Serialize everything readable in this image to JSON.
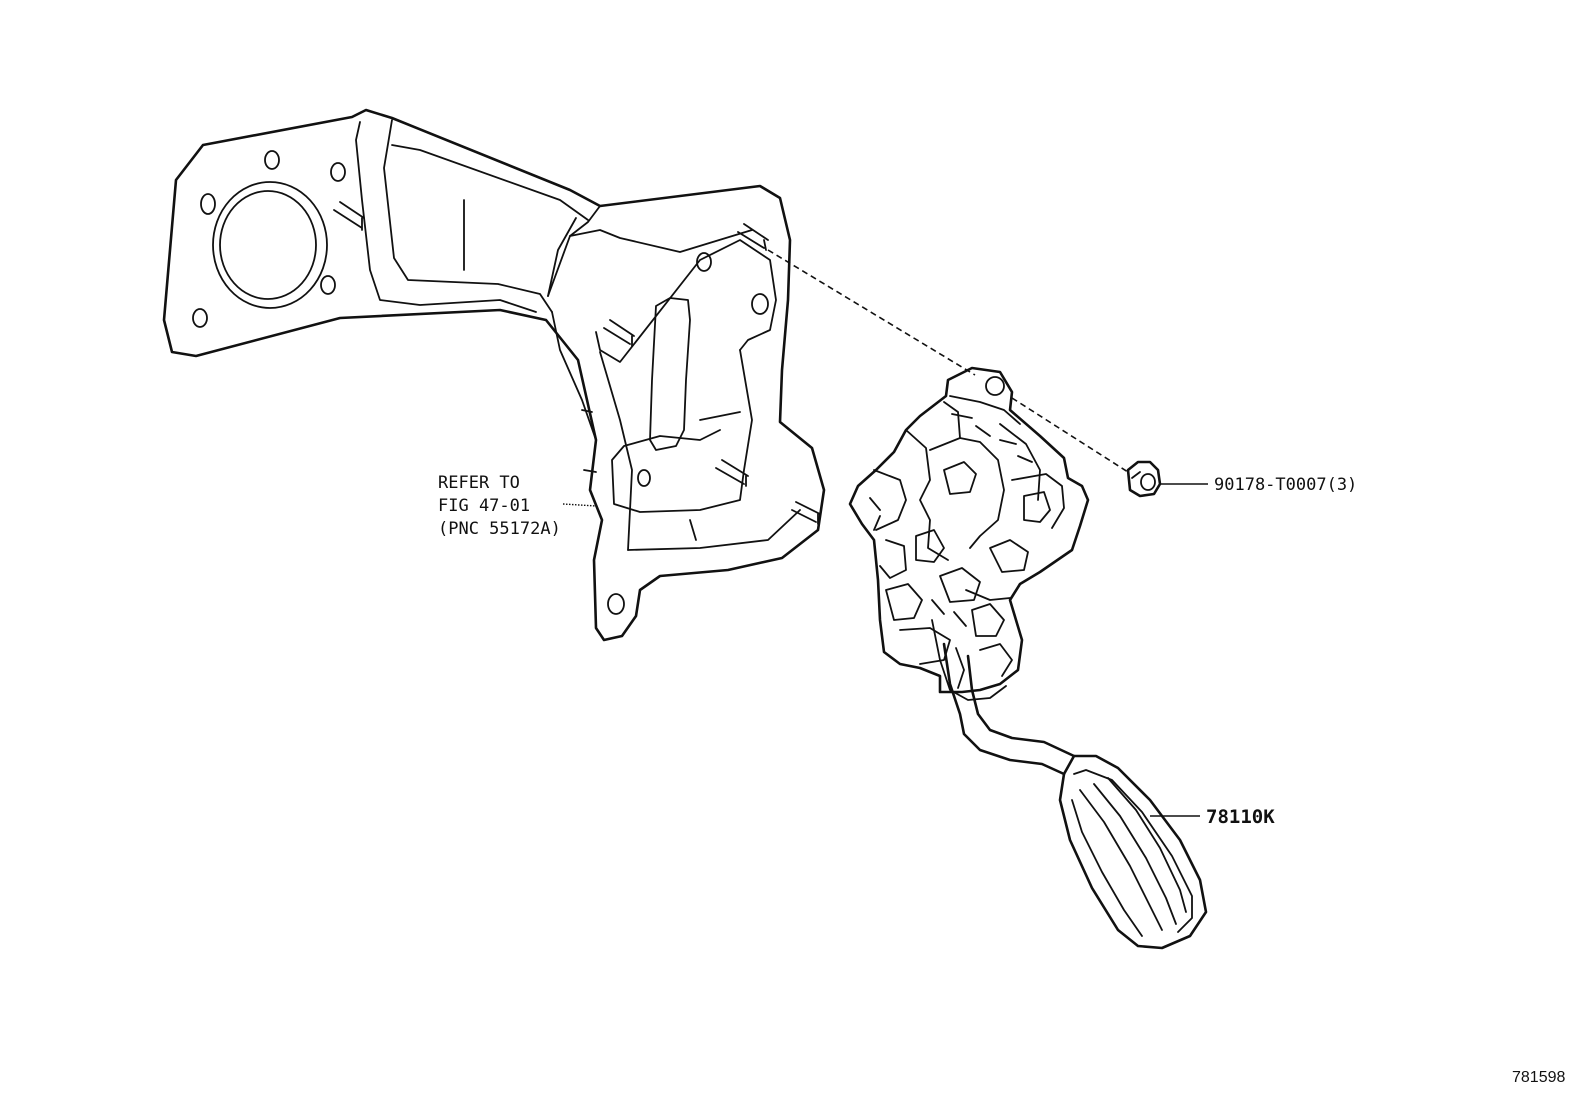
{
  "labels": {
    "refer_line1": "REFER TO",
    "refer_line2": "FIG 47-01",
    "refer_line3": "(PNC 55172A)",
    "nut_part": "90178-T0007(3)",
    "pedal_part": "78110K",
    "figure_number": "781598"
  },
  "colors": {
    "line": "#111111",
    "background": "#ffffff"
  }
}
